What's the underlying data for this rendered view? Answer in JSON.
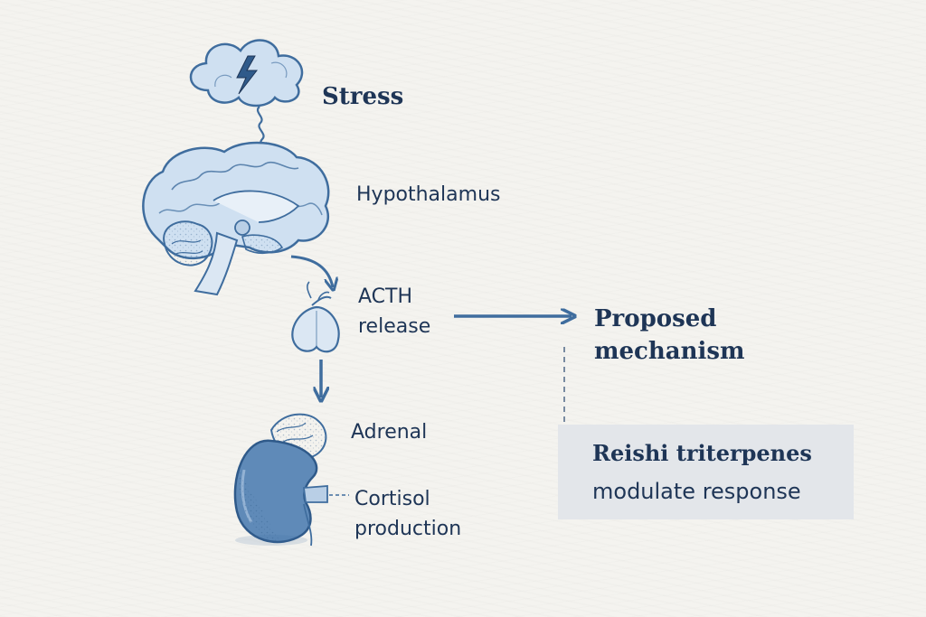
{
  "diagram": {
    "stress_label": "Stress",
    "hypothalamus_label": "Hypothalamus",
    "acth_line1": "ACTH",
    "acth_line2": "release",
    "proposed_line1": "Proposed",
    "proposed_line2": "mechanism",
    "adrenal_label": "Adrenal",
    "cortisol_line1": "Cortisol",
    "cortisol_line2": "production",
    "reishi_line1": "Reishi triterpenes",
    "reishi_line2": "modulate response"
  },
  "colors": {
    "ink": "#1e3556",
    "blue": "#3f6d9e",
    "light_blue": "#b9cfe6",
    "paper": "#f4f3ef",
    "box": "#e3e6ea"
  },
  "icons": [
    "lightning-icon",
    "brain-icon",
    "pituitary-icon",
    "kidney-icon"
  ]
}
